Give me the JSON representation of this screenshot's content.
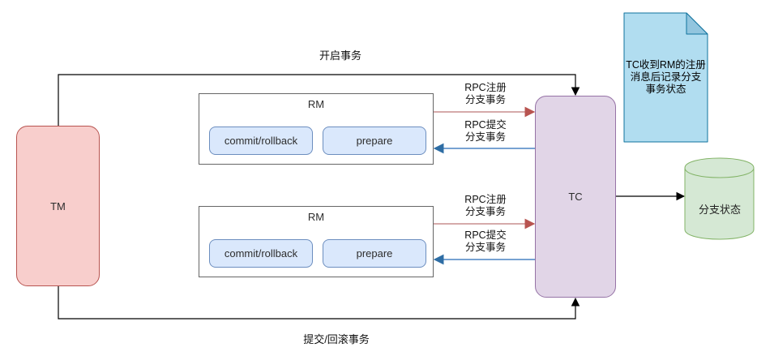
{
  "nodes": {
    "tm": {
      "label": "TM"
    },
    "rm_top": {
      "label": "RM",
      "commit": "commit/rollback",
      "prepare": "prepare"
    },
    "rm_bottom": {
      "label": "RM",
      "commit": "commit/rollback",
      "prepare": "prepare"
    },
    "tc": {
      "label": "TC"
    },
    "note": {
      "text": "TC收到RM的注册消息后记录分支事务状态"
    },
    "branch_status_db": {
      "label": "分支状态"
    }
  },
  "edges": {
    "open_transaction": {
      "label": "开启事务"
    },
    "commit_rollback_transaction": {
      "label": "提交/回滚事务"
    },
    "rpc_register_top": {
      "line1": "RPC注册",
      "line2": "分支事务"
    },
    "rpc_commit_top": {
      "line1": "RPC提交",
      "line2": "分支事务"
    },
    "rpc_register_bottom": {
      "line1": "RPC注册",
      "line2": "分支事务"
    },
    "rpc_commit_bottom": {
      "line1": "RPC提交",
      "line2": "分支事务"
    }
  },
  "colors": {
    "tm_fill": "#F8CECC",
    "tm_stroke": "#B85450",
    "rm_fill": "#FFFFFF",
    "rm_stroke": "#666666",
    "inner_fill": "#DAE8FC",
    "inner_stroke": "#6C8EBF",
    "tc_fill": "#E1D5E7",
    "tc_stroke": "#9673A6",
    "note_fill": "#B1DDF0",
    "note_fold": "#92C5DE",
    "note_stroke": "#10739E",
    "db_fill": "#D5E8D4",
    "db_stroke": "#82B366",
    "red_line": "#C88D8D",
    "red_arrow": "#B85450",
    "blue_line": "#4A84C4",
    "blue_arrow": "#2E6DA4",
    "black": "#000000"
  }
}
